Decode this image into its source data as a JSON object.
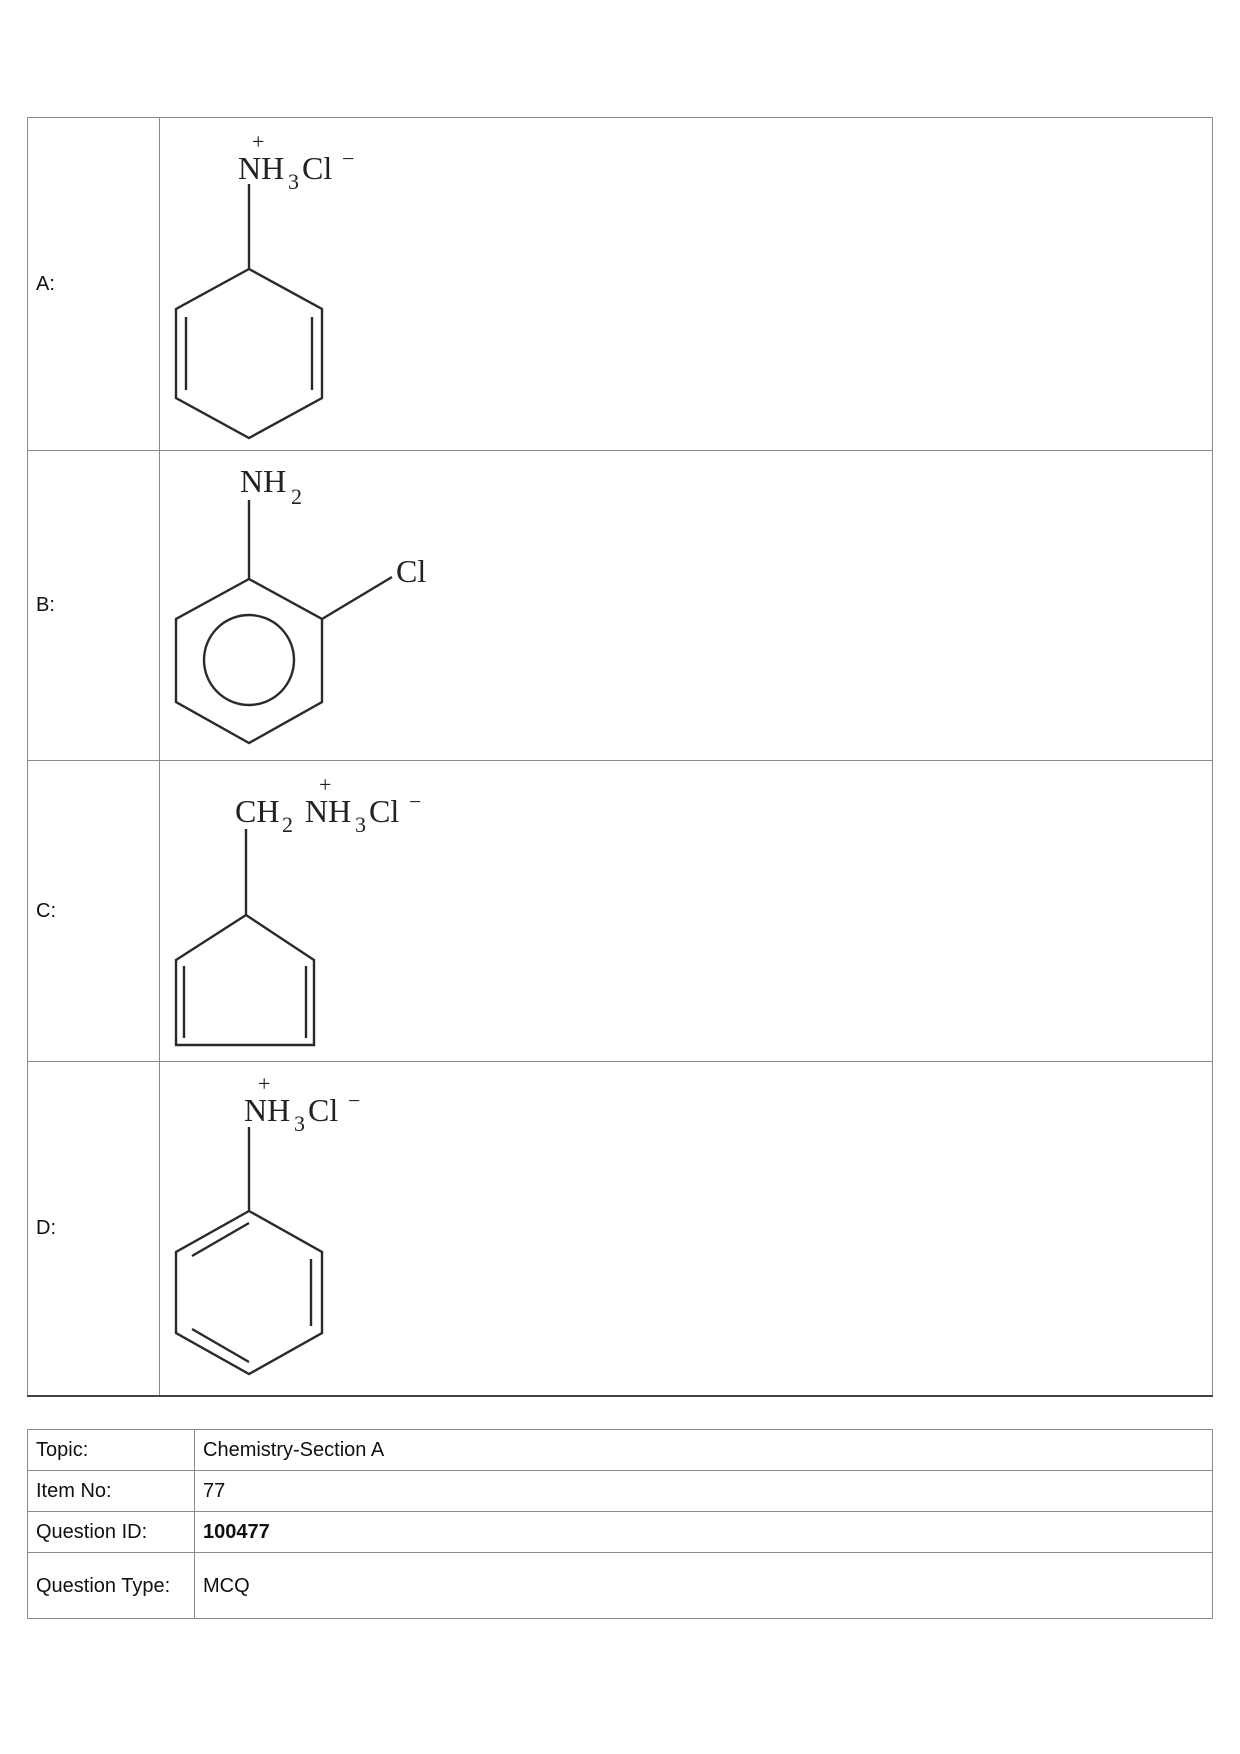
{
  "options": [
    {
      "label": "A:",
      "text": [
        "+",
        "NH",
        "3",
        "Cl",
        "−"
      ]
    },
    {
      "label": "B:",
      "text": [
        "NH",
        "2",
        "Cl"
      ]
    },
    {
      "label": "C:",
      "text": [
        "+",
        "CH",
        "2",
        "NH",
        "3",
        "Cl",
        "−"
      ]
    },
    {
      "label": "D:",
      "text": [
        "+",
        "NH",
        "3",
        "Cl",
        "−"
      ]
    }
  ],
  "meta": {
    "topic_label": "Topic:",
    "topic_value": "Chemistry-Section A",
    "item_label": "Item No:",
    "item_value": "77",
    "qid_label": "Question ID:",
    "qid_value": "100477",
    "qtype_label": "Question Type:",
    "qtype_value": "MCQ"
  }
}
